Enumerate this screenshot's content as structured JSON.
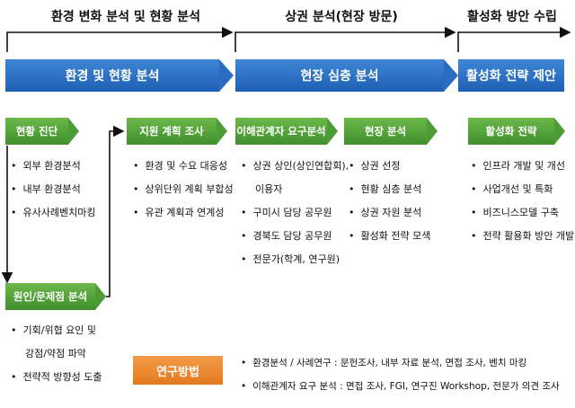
{
  "phases": [
    "환경 변화 분석 및 현황 분석",
    "상권 분석(현장 방문)",
    "활성화 방안 수립"
  ],
  "stages": [
    "환경 및 현황 분석",
    "현장 심층 분석",
    "활성화 전략 제안"
  ],
  "steps": {
    "current": {
      "label": "현황 진단",
      "items": [
        "외부 환경분석",
        "내부 환경분석",
        "유사사례벤치마킹"
      ]
    },
    "cause": {
      "label": "원인/문제점 분석",
      "items": [
        "기회/위협 요인 및",
        "강점/약점 파악",
        "전략적 방향성 도출"
      ]
    },
    "support": {
      "label": "지원 계획 조사",
      "items": [
        "환경 및 수요 대응성",
        "상위단위 계획 부합성",
        "유관 계획과 연계성"
      ]
    },
    "stakeholder": {
      "label": "이해관계자 요구분석",
      "items": [
        "상권 상인(상인연합회),",
        "이용자",
        "구미시 담당 공무원",
        "경북도 담당 공무원",
        "전문가(학계, 연구원)"
      ]
    },
    "field": {
      "label": "현장 분석",
      "items": [
        "상권 선정",
        "현황 심층 분석",
        "상권 자원 분석",
        "활성화 전략 모색"
      ]
    },
    "strategy": {
      "label": "활성화 전략",
      "items": [
        "인프라 개발 및 개선",
        "사업개선 및 특화",
        "비즈니스모델 구축",
        "전략 활용화 방안 개발"
      ]
    }
  },
  "methods": {
    "label": "연구방법",
    "items": [
      "환경분석 / 사례연구 : 문헌조사, 내부 자료 분석, 면접 조사, 벤치 마킹",
      "이해관계자 요구 분석 : 면접 조사, FGI,  연구진 Workshop, 전문가 의견 조사"
    ]
  }
}
